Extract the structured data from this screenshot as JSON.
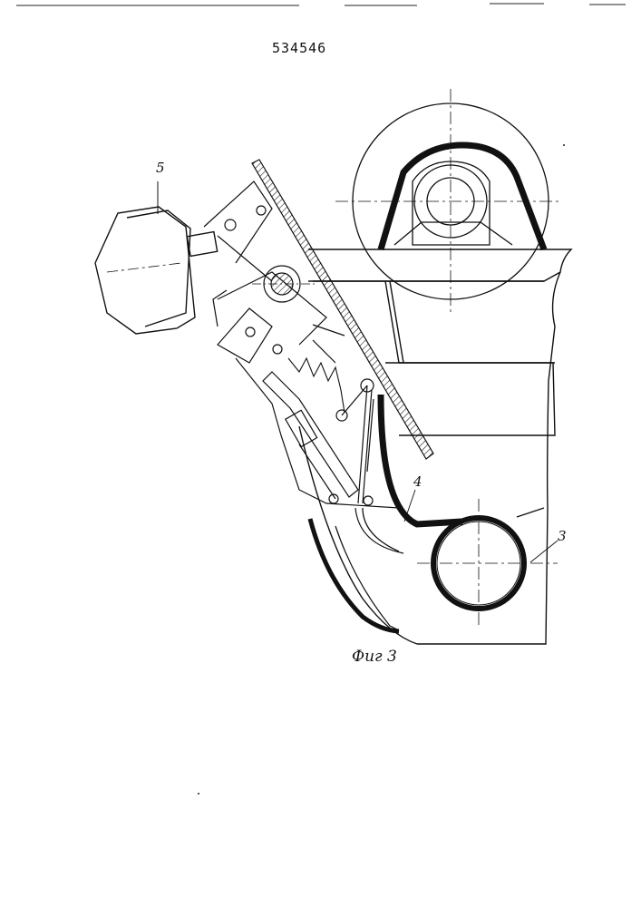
{
  "header": {
    "patent_number": "534546"
  },
  "callouts": {
    "part_5": "5",
    "part_4": "4",
    "part_3": "3"
  },
  "caption": {
    "figure": "Фиг 3"
  },
  "colors": {
    "ink": "#111111",
    "paper": "#ffffff"
  }
}
